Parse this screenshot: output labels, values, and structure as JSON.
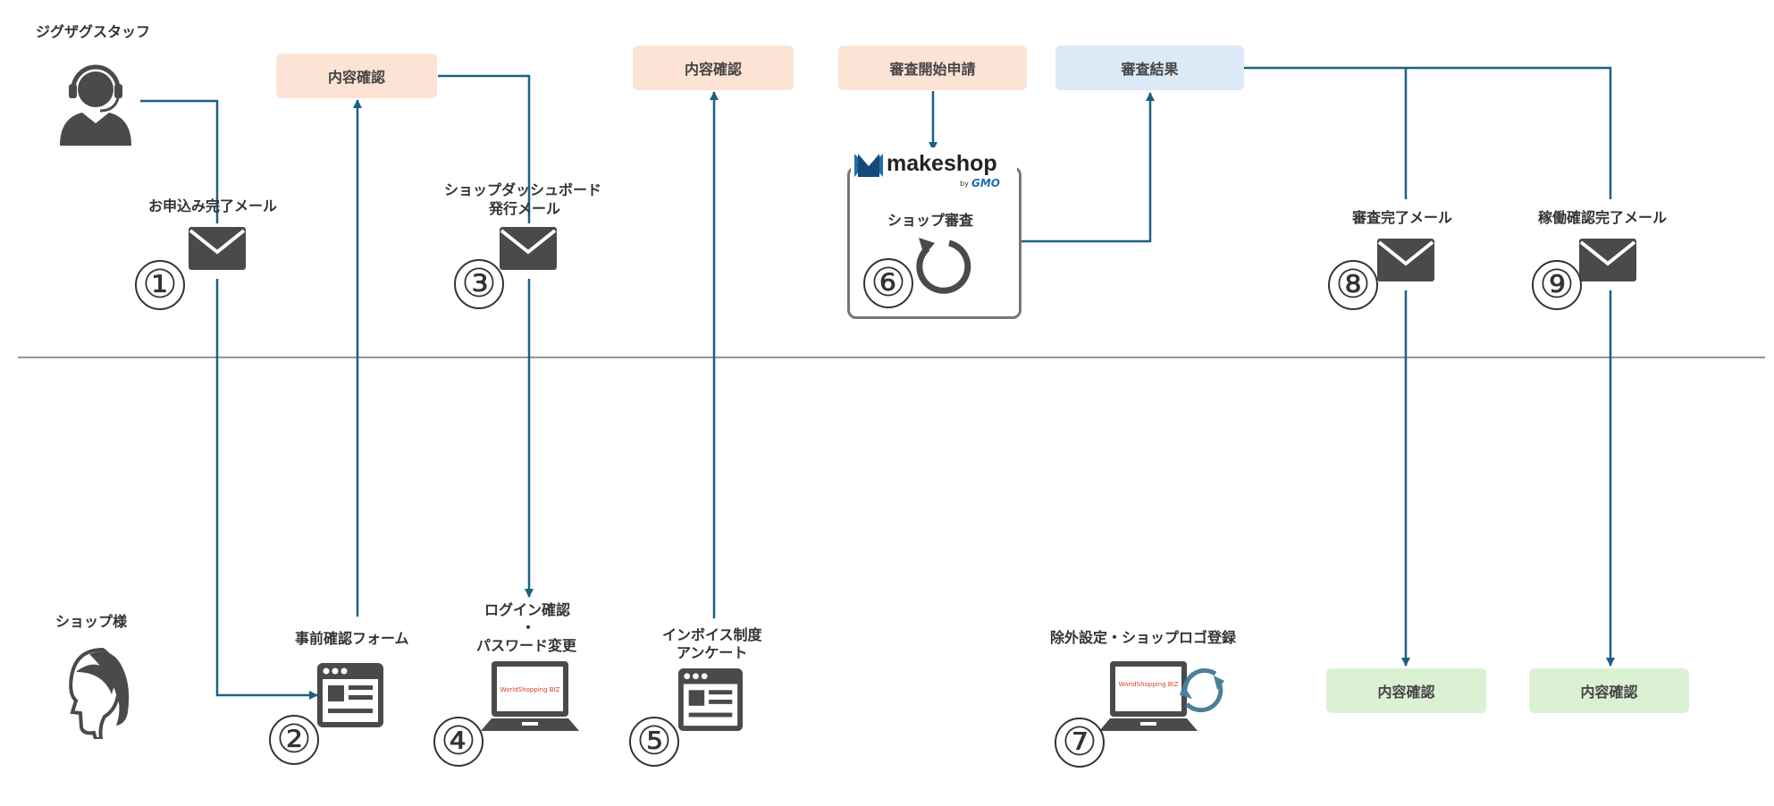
{
  "roles": {
    "staff": "ジグザグスタッフ",
    "shop": "ショップ様"
  },
  "colors": {
    "line": "#1d5f84",
    "peach": "#fce3d6",
    "blue": "#dce9f6",
    "green": "#dbf1d3",
    "icon": "#4a4a4a"
  },
  "boxes": {
    "confirm_1": "内容確認",
    "confirm_2": "内容確認",
    "review_request": "審査開始申請",
    "review_result": "審査結果",
    "confirm_8": "内容確認",
    "confirm_9": "内容確認"
  },
  "steps": {
    "s1": {
      "num": "①",
      "label": "お申込み完了メール",
      "icon": "mail-icon"
    },
    "s2": {
      "num": "②",
      "label": "事前確認フォーム",
      "icon": "form-window-icon"
    },
    "s3": {
      "num": "③",
      "label_line1": "ショップダッシュボード",
      "label_line2": "発行メール",
      "icon": "mail-icon"
    },
    "s4": {
      "num": "④",
      "label_line1": "ログイン確認",
      "label_line2": "・",
      "label_line3": "パスワード変更",
      "icon": "laptop-icon"
    },
    "s5": {
      "num": "⑤",
      "label_line1": "インボイス制度",
      "label_line2": "アンケート",
      "icon": "form-window-icon"
    },
    "s6": {
      "num": "⑥",
      "label": "ショップ審査",
      "icon": "refresh-icon"
    },
    "s7": {
      "num": "⑦",
      "label": "除外設定・ショップロゴ登録",
      "icon": "laptop-refresh-icon"
    },
    "s8": {
      "num": "⑧",
      "label": "審査完了メール",
      "icon": "mail-icon"
    },
    "s9": {
      "num": "⑨",
      "label": "稼働確認完了メール",
      "icon": "mail-icon"
    }
  },
  "logo": {
    "brand": "makeshop",
    "by": "by",
    "gmo": "GMO"
  },
  "laptop_screen_text": "WorldShopping BIZ"
}
